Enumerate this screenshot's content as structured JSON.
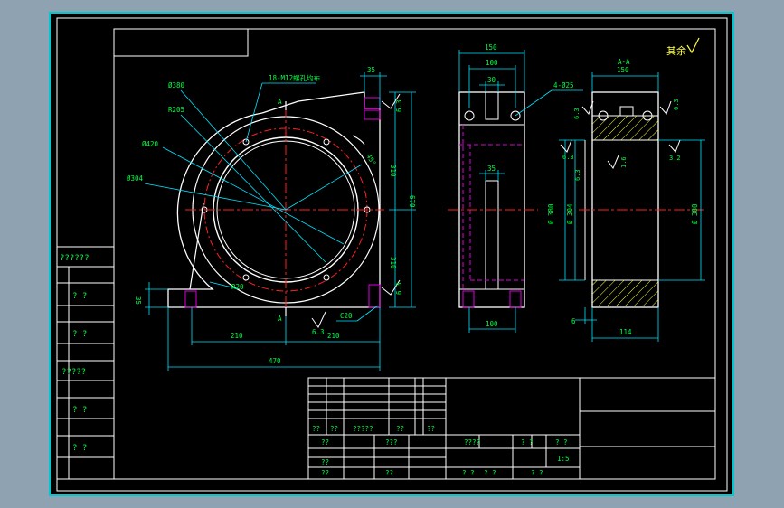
{
  "background_color": "#8ea2b2",
  "sheet_color": "#000000",
  "colors": {
    "border": "#ffffff",
    "frame": "#00c8d0",
    "dimension": "#00e5ff",
    "part": "#ffffff",
    "hidden": "#e000e0",
    "center": "#ff2020",
    "text": "#00ff40",
    "annotation": "#ffff40"
  },
  "front_view": {
    "dims": {
      "d1": "Ø380",
      "d2": "R205",
      "d3": "Ø420",
      "d4": "Ø304",
      "holes": "18-M12螺孔均布",
      "top": "35",
      "right_vert_top": "310",
      "right_vert_total": "670",
      "right_vert_bottom": "310",
      "left_small": "35",
      "chamfer": "R20",
      "corner": "C20",
      "angle": "45°",
      "bottom_left": "210",
      "bottom_right": "210",
      "bottom_total": "470",
      "section_top": "A",
      "section_bottom": "A"
    },
    "roughness": {
      "r_top": "6.3",
      "r_bottom_right": "6.3",
      "r_bottom": "6.3"
    }
  },
  "side_view": {
    "dims": {
      "top_total": "150",
      "top_inner": "100",
      "top_slot": "30",
      "mid_slot": "35",
      "bottom": "100",
      "holes": "4-Ø25"
    }
  },
  "section_view": {
    "title": "A-A",
    "rest": "其余",
    "dims": {
      "top": "150",
      "d_outer": "Ø 380",
      "d_mid": "Ø 304",
      "d_right": "Ø 380",
      "small_left": "6",
      "bottom": "114"
    },
    "roughness": {
      "r1": "6.3",
      "r2": "6.3",
      "r3": "6.3",
      "r4": "1.6",
      "r5": "6.3",
      "r6": "3.2"
    }
  },
  "left_table": {
    "rows": [
      "??????",
      "? ?",
      "? ?",
      "?????",
      "? ?",
      "? ?"
    ]
  },
  "title_block": {
    "cells": {
      "c1": "??",
      "c2": "??",
      "c3": "?????",
      "c4": "??",
      "c5": "??",
      "c6": "??",
      "c7": "???",
      "c8": "????",
      "c9": "? ?",
      "c10": "? ?",
      "c11": "??",
      "c12": "1:5",
      "c13": "??",
      "c14": "? ?",
      "c15": "? ?",
      "c16": "??",
      "c17": "? ?"
    }
  }
}
